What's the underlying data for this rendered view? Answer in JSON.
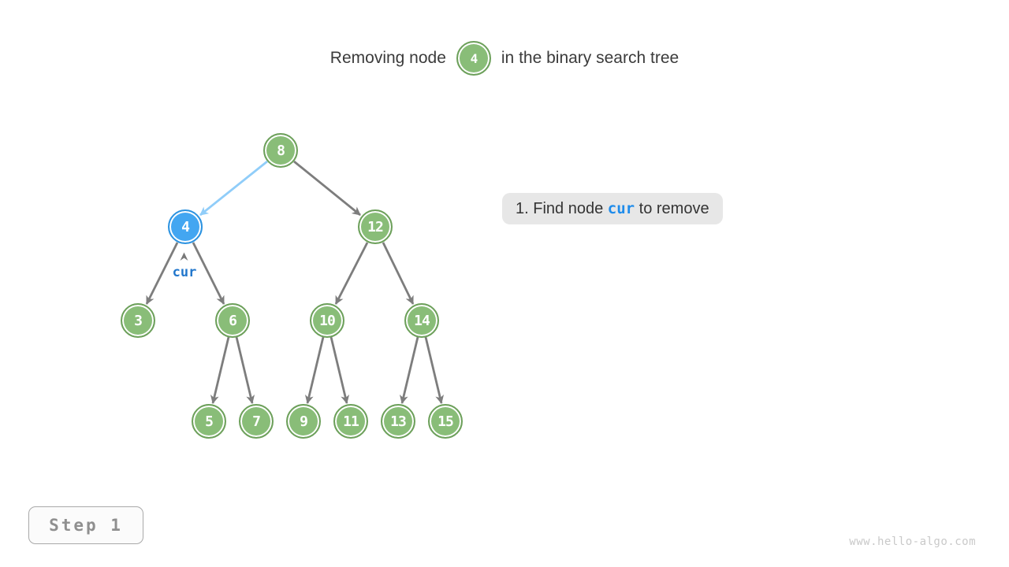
{
  "title": {
    "prefix": "Removing node",
    "node_value": "4",
    "suffix": "in the binary search tree"
  },
  "tree": {
    "nodes": [
      {
        "value": "8",
        "state": "normal"
      },
      {
        "value": "4",
        "state": "highlighted-cur"
      },
      {
        "value": "12",
        "state": "normal"
      },
      {
        "value": "3",
        "state": "normal"
      },
      {
        "value": "6",
        "state": "normal"
      },
      {
        "value": "10",
        "state": "normal"
      },
      {
        "value": "14",
        "state": "normal"
      },
      {
        "value": "5",
        "state": "normal"
      },
      {
        "value": "7",
        "state": "normal"
      },
      {
        "value": "9",
        "state": "normal"
      },
      {
        "value": "11",
        "state": "normal"
      },
      {
        "value": "13",
        "state": "normal"
      },
      {
        "value": "15",
        "state": "normal"
      }
    ],
    "edges": [
      {
        "from": "8",
        "to": "4",
        "highlighted": true
      },
      {
        "from": "8",
        "to": "12",
        "highlighted": false
      },
      {
        "from": "4",
        "to": "3",
        "highlighted": false
      },
      {
        "from": "4",
        "to": "6",
        "highlighted": false
      },
      {
        "from": "12",
        "to": "10",
        "highlighted": false
      },
      {
        "from": "12",
        "to": "14",
        "highlighted": false
      },
      {
        "from": "6",
        "to": "5",
        "highlighted": false
      },
      {
        "from": "6",
        "to": "7",
        "highlighted": false
      },
      {
        "from": "10",
        "to": "9",
        "highlighted": false
      },
      {
        "from": "10",
        "to": "11",
        "highlighted": false
      },
      {
        "from": "14",
        "to": "13",
        "highlighted": false
      },
      {
        "from": "14",
        "to": "15",
        "highlighted": false
      }
    ],
    "cur_label": "cur"
  },
  "instruction": {
    "prefix": "1. Find node ",
    "highlight": "cur",
    "suffix": " to remove"
  },
  "step": {
    "label": "Step 1"
  },
  "watermark": "www.hello-algo.com",
  "colors": {
    "node_green_fill": "#89bd78",
    "node_green_border": "#6da05b",
    "node_blue_fill": "#43a6f1",
    "node_blue_border": "#2d93e0",
    "edge_gray": "#7d7d7d",
    "edge_highlight_blue": "#90cdf9",
    "cur_text_blue": "#2277cc",
    "instruction_highlight_blue": "#1f8ceb",
    "instruction_bg": "#e7e7e7",
    "title_text": "#3b3b3b",
    "step_text": "#8f8f8f",
    "watermark_text": "#c9c9c9"
  }
}
